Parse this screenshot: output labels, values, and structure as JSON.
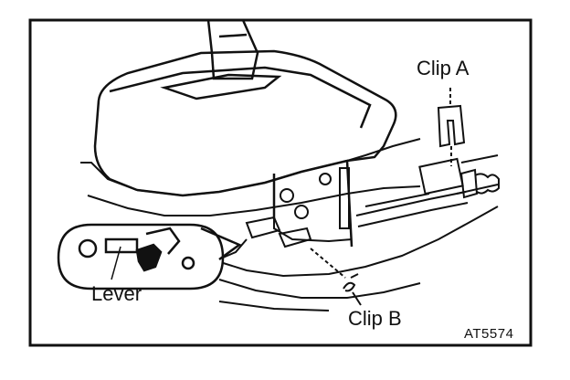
{
  "labels": {
    "clip_a": "Clip A",
    "clip_b": "Clip B",
    "lever": "Lever",
    "figure_code": "AT5574"
  },
  "colors": {
    "ink": "#111111",
    "paper": "#ffffff"
  }
}
